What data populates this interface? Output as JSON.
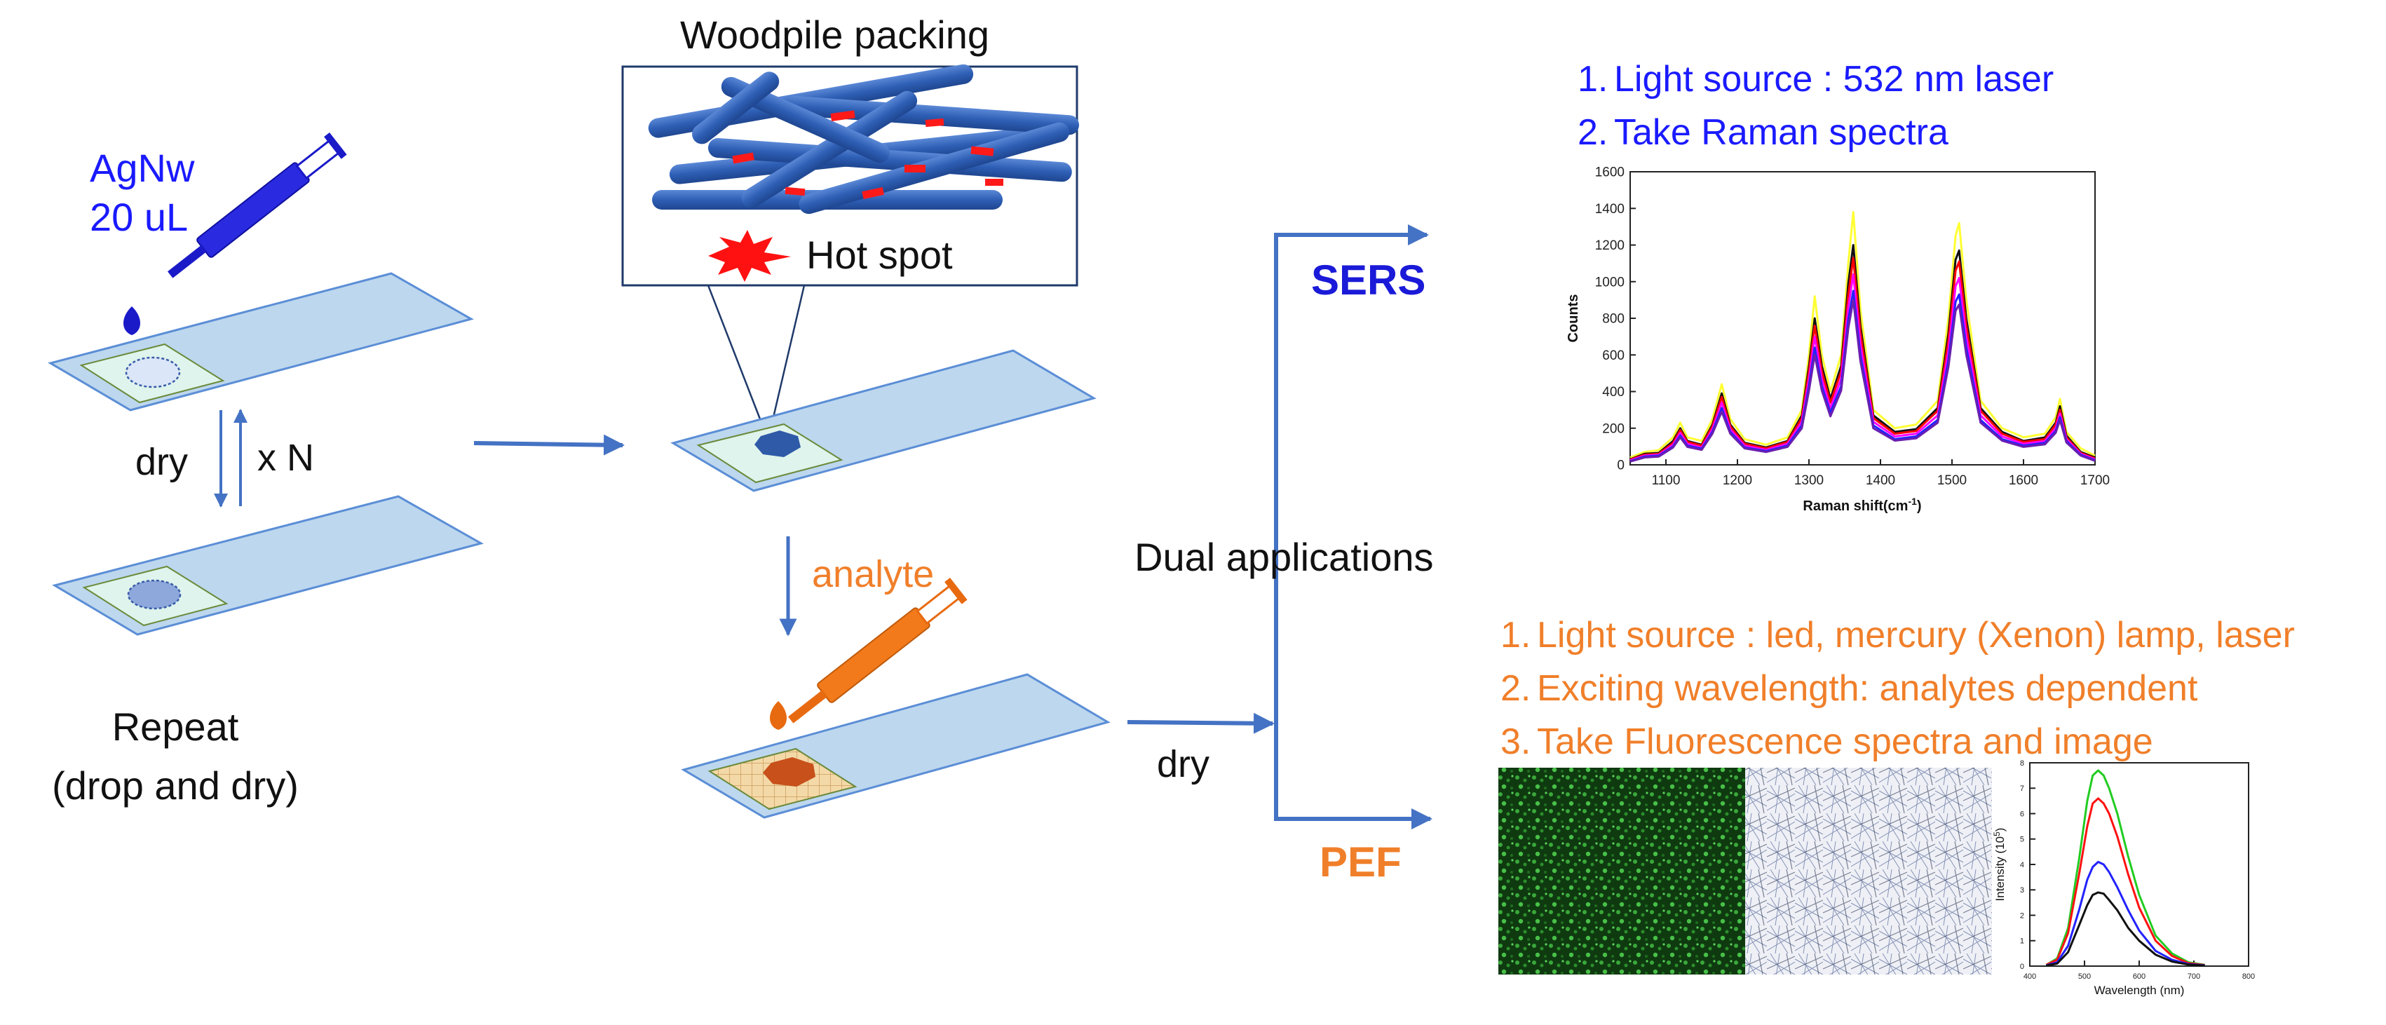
{
  "labels": {
    "agnw_line1": "AgNw",
    "agnw_line2": "20 uL",
    "dry_left": "dry",
    "repeat_xN": "x N",
    "repeat_line1": "Repeat",
    "repeat_line2": "(drop and dry)",
    "woodpile": "Woodpile packing",
    "hot_spot": "Hot spot",
    "analyte": "analyte",
    "dry_mid": "dry",
    "dual": "Dual applications",
    "sers": "SERS",
    "pef": "PEF"
  },
  "sers_steps": [
    {
      "num": "1.",
      "text": "Light source : 532 nm laser"
    },
    {
      "num": "2.",
      "text": "Take Raman spectra"
    }
  ],
  "pef_steps": [
    {
      "num": "1.",
      "text": "Light source : led, mercury (Xenon) lamp, laser"
    },
    {
      "num": "2.",
      "text": "Exciting wavelength: analytes dependent"
    },
    {
      "num": "3.",
      "text": "Take Fluorescence spectra and image"
    }
  ],
  "colors": {
    "blue_text": "#1a1aff",
    "orange_text": "#f07f2a",
    "arrow": "#4472c4",
    "slide": "#bdd7ee",
    "nanowire": "#2e5fb5",
    "hotspot": "#ff0000"
  },
  "chart_data": [
    {
      "type": "line",
      "xlabel": "Raman shift(cm",
      "xlabel_sup": "-1",
      "xlabel_end": ")",
      "ylabel": "Counts",
      "xlim": [
        1050,
        1700
      ],
      "ylim": [
        0,
        1600
      ],
      "xticks": [
        1100,
        1200,
        1300,
        1400,
        1500,
        1600,
        1700
      ],
      "yticks": [
        0,
        200,
        400,
        600,
        800,
        1000,
        1200,
        1400,
        1600
      ],
      "x": [
        1050,
        1070,
        1090,
        1110,
        1120,
        1130,
        1150,
        1165,
        1178,
        1190,
        1210,
        1240,
        1270,
        1290,
        1300,
        1308,
        1318,
        1330,
        1345,
        1355,
        1362,
        1372,
        1390,
        1420,
        1450,
        1480,
        1495,
        1505,
        1510,
        1520,
        1540,
        1570,
        1600,
        1630,
        1645,
        1651,
        1660,
        1680,
        1700
      ],
      "series": [
        {
          "values": [
            40,
            70,
            80,
            150,
            230,
            150,
            130,
            250,
            440,
            250,
            140,
            110,
            150,
            300,
            600,
            920,
            600,
            400,
            600,
            1100,
            1380,
            850,
            300,
            200,
            220,
            350,
            800,
            1250,
            1320,
            900,
            350,
            200,
            150,
            170,
            260,
            360,
            180,
            90,
            50
          ],
          "color": "#ffff33"
        },
        {
          "values": [
            30,
            60,
            65,
            130,
            200,
            130,
            110,
            220,
            390,
            220,
            120,
            95,
            130,
            270,
            540,
            800,
            540,
            360,
            540,
            990,
            1200,
            760,
            270,
            180,
            195,
            310,
            720,
            1120,
            1170,
            800,
            310,
            180,
            130,
            150,
            230,
            320,
            160,
            70,
            40
          ],
          "color": "#111111"
        },
        {
          "values": [
            28,
            55,
            60,
            120,
            190,
            125,
            105,
            210,
            370,
            210,
            115,
            90,
            125,
            255,
            510,
            760,
            510,
            340,
            510,
            930,
            1130,
            720,
            255,
            170,
            185,
            295,
            680,
            1060,
            1110,
            760,
            295,
            170,
            125,
            140,
            220,
            300,
            150,
            65,
            35
          ],
          "color": "#ff0000"
        },
        {
          "values": [
            25,
            50,
            55,
            110,
            175,
            115,
            95,
            195,
            340,
            195,
            105,
            82,
            115,
            235,
            470,
            700,
            470,
            310,
            470,
            860,
            1040,
            660,
            235,
            155,
            170,
            270,
            625,
            975,
            1020,
            700,
            270,
            155,
            115,
            130,
            200,
            280,
            140,
            60,
            30
          ],
          "color": "#ff00ff"
        },
        {
          "values": [
            20,
            45,
            50,
            100,
            160,
            105,
            88,
            180,
            310,
            180,
            95,
            75,
            105,
            215,
            430,
            640,
            430,
            285,
            430,
            790,
            950,
            600,
            215,
            140,
            155,
            245,
            570,
            890,
            930,
            640,
            245,
            140,
            105,
            120,
            185,
            260,
            130,
            55,
            25
          ],
          "color": "#2222ff"
        },
        {
          "values": [
            18,
            40,
            45,
            95,
            150,
            98,
            82,
            170,
            290,
            170,
            90,
            70,
            98,
            200,
            405,
            600,
            405,
            265,
            405,
            745,
            900,
            565,
            200,
            132,
            145,
            230,
            535,
            840,
            875,
            600,
            230,
            132,
            98,
            112,
            175,
            245,
            122,
            50,
            22
          ],
          "color": "#6a1fb0"
        }
      ]
    },
    {
      "type": "line",
      "xlabel": "Wavelength (nm)",
      "ylabel": "Intensity (10",
      "ylabel_sup": "5",
      "ylabel_end": ")",
      "xlim": [
        400,
        800
      ],
      "ylim": [
        0,
        8
      ],
      "xticks": [
        400,
        500,
        600,
        700,
        800
      ],
      "yticks": [
        0,
        1,
        2,
        3,
        4,
        5,
        6,
        7,
        8
      ],
      "x": [
        430,
        450,
        470,
        490,
        505,
        515,
        525,
        535,
        545,
        560,
        580,
        600,
        630,
        660,
        690,
        720
      ],
      "series": [
        {
          "values": [
            0.05,
            0.3,
            1.5,
            4.2,
            6.5,
            7.5,
            7.7,
            7.5,
            7.0,
            6.0,
            4.3,
            2.8,
            1.2,
            0.5,
            0.15,
            0.05
          ],
          "color": "#22cc22"
        },
        {
          "values": [
            0.05,
            0.25,
            1.3,
            3.6,
            5.5,
            6.4,
            6.6,
            6.4,
            6.0,
            5.1,
            3.6,
            2.3,
            1.0,
            0.4,
            0.12,
            0.04
          ],
          "color": "#ff1111"
        },
        {
          "values": [
            0.03,
            0.15,
            0.8,
            2.2,
            3.4,
            3.9,
            4.1,
            4.0,
            3.7,
            3.1,
            2.2,
            1.4,
            0.6,
            0.25,
            0.08,
            0.03
          ],
          "color": "#2222ff"
        },
        {
          "values": [
            0.02,
            0.1,
            0.55,
            1.6,
            2.4,
            2.8,
            2.9,
            2.85,
            2.6,
            2.2,
            1.5,
            1.0,
            0.45,
            0.18,
            0.06,
            0.02
          ],
          "color": "#111111"
        }
      ]
    }
  ]
}
